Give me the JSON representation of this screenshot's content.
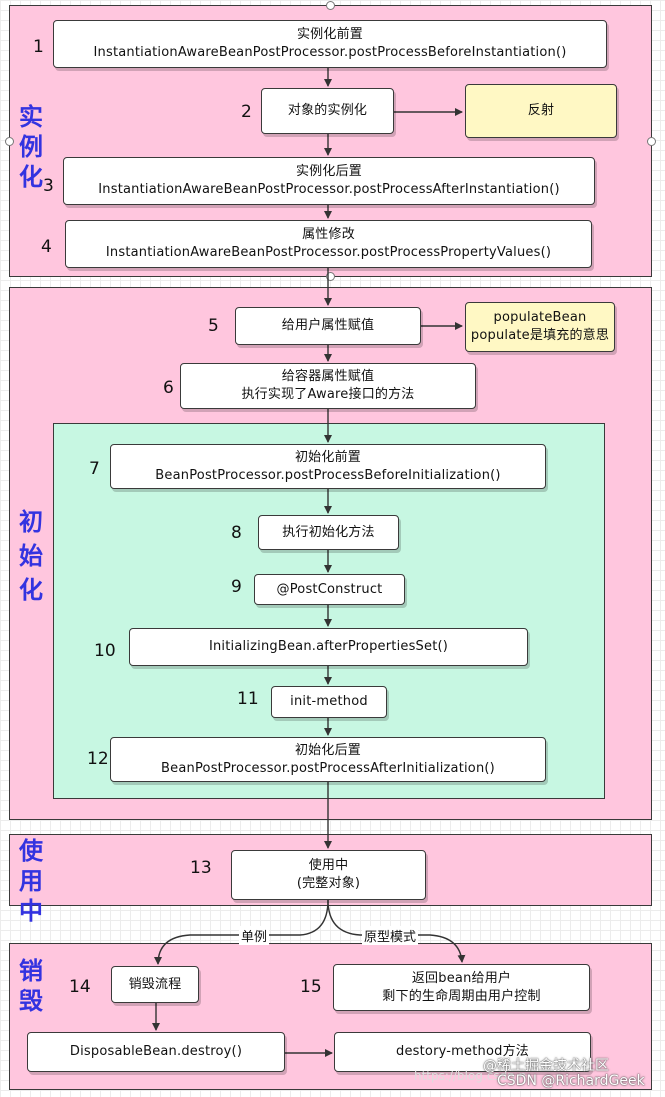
{
  "phases": {
    "instantiation": "实例化",
    "initialization": "初始化",
    "usage": "使用中",
    "destruction": "销毁"
  },
  "steps": [
    {
      "num": "1",
      "line1": "实例化前置",
      "line2": "InstantiationAwareBeanPostProcessor.postProcessBeforeInstantiation()"
    },
    {
      "num": "2",
      "line1": "对象的实例化",
      "line2": ""
    },
    {
      "num": "3",
      "line1": "实例化后置",
      "line2": "InstantiationAwareBeanPostProcessor.postProcessAfterInstantiation()"
    },
    {
      "num": "4",
      "line1": "属性修改",
      "line2": "InstantiationAwareBeanPostProcessor.postProcessPropertyValues()"
    },
    {
      "num": "5",
      "line1": "给用户属性赋值",
      "line2": ""
    },
    {
      "num": "6",
      "line1": "给容器属性赋值",
      "line2": "执行实现了Aware接口的方法"
    },
    {
      "num": "7",
      "line1": "初始化前置",
      "line2": "BeanPostProcessor.postProcessBeforeInitialization()"
    },
    {
      "num": "8",
      "line1": "执行初始化方法",
      "line2": ""
    },
    {
      "num": "9",
      "line1": "@PostConstruct",
      "line2": ""
    },
    {
      "num": "10",
      "line1": "InitializingBean.afterPropertiesSet()",
      "line2": ""
    },
    {
      "num": "11",
      "line1": "init-method",
      "line2": ""
    },
    {
      "num": "12",
      "line1": "初始化后置",
      "line2": "BeanPostProcessor.postProcessAfterInitialization()"
    },
    {
      "num": "13",
      "line1": "使用中",
      "line2": "(完整对象)"
    },
    {
      "num": "14",
      "line1": "销毁流程",
      "line2": ""
    },
    {
      "num": "15",
      "line1": "返回bean给用户",
      "line2": "剩下的生命周期由用户控制"
    }
  ],
  "notes": {
    "reflection": "反射",
    "populate_line1": "populateBean",
    "populate_line2": "populate是填充的意思"
  },
  "extra_boxes": {
    "disposable": "DisposableBean.destroy()",
    "destroy_method": "destory-method方法"
  },
  "branches": {
    "singleton": "单例",
    "prototype": "原型模式"
  },
  "watermark": {
    "juejin": "@稀土掘金技术社区",
    "csdn": "CSDN @RichardGeek",
    "blog": "https://blog.csdn.n"
  },
  "colors": {
    "phase_fill": "#ffc6de",
    "init_inner_fill": "#c7f7e2",
    "note_fill": "#fff8c4",
    "phase_label": "#3333e0"
  }
}
